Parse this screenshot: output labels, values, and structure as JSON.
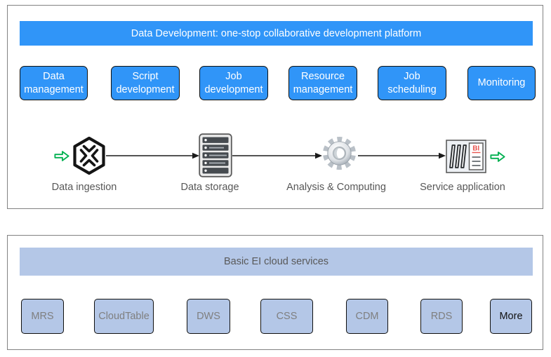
{
  "top_panel": {
    "title": "Data Development: one-stop collaborative development platform",
    "features": [
      "Data management",
      "Script development",
      "Job development",
      "Resource management",
      "Job scheduling",
      "Monitoring"
    ],
    "pipeline": {
      "stages": [
        {
          "label": "Data ingestion",
          "icon": "data-switch-icon"
        },
        {
          "label": "Data storage",
          "icon": "server-rack-icon"
        },
        {
          "label": "Analysis & Computing",
          "icon": "gear-icon"
        },
        {
          "label": "Service application",
          "icon": "bi-report-icon"
        }
      ],
      "bi_badge": "BI"
    }
  },
  "bottom_panel": {
    "title": "Basic EI cloud services",
    "services": [
      "MRS",
      "CloudTable",
      "DWS",
      "CSS",
      "CDM",
      "RDS",
      "More"
    ]
  },
  "colors": {
    "primary_blue": "#3095F8",
    "light_blue": "#B4C7E7",
    "panel_border_gray": "#828282",
    "green_arrow": "#00B050",
    "bi_red": "#E8554F"
  }
}
